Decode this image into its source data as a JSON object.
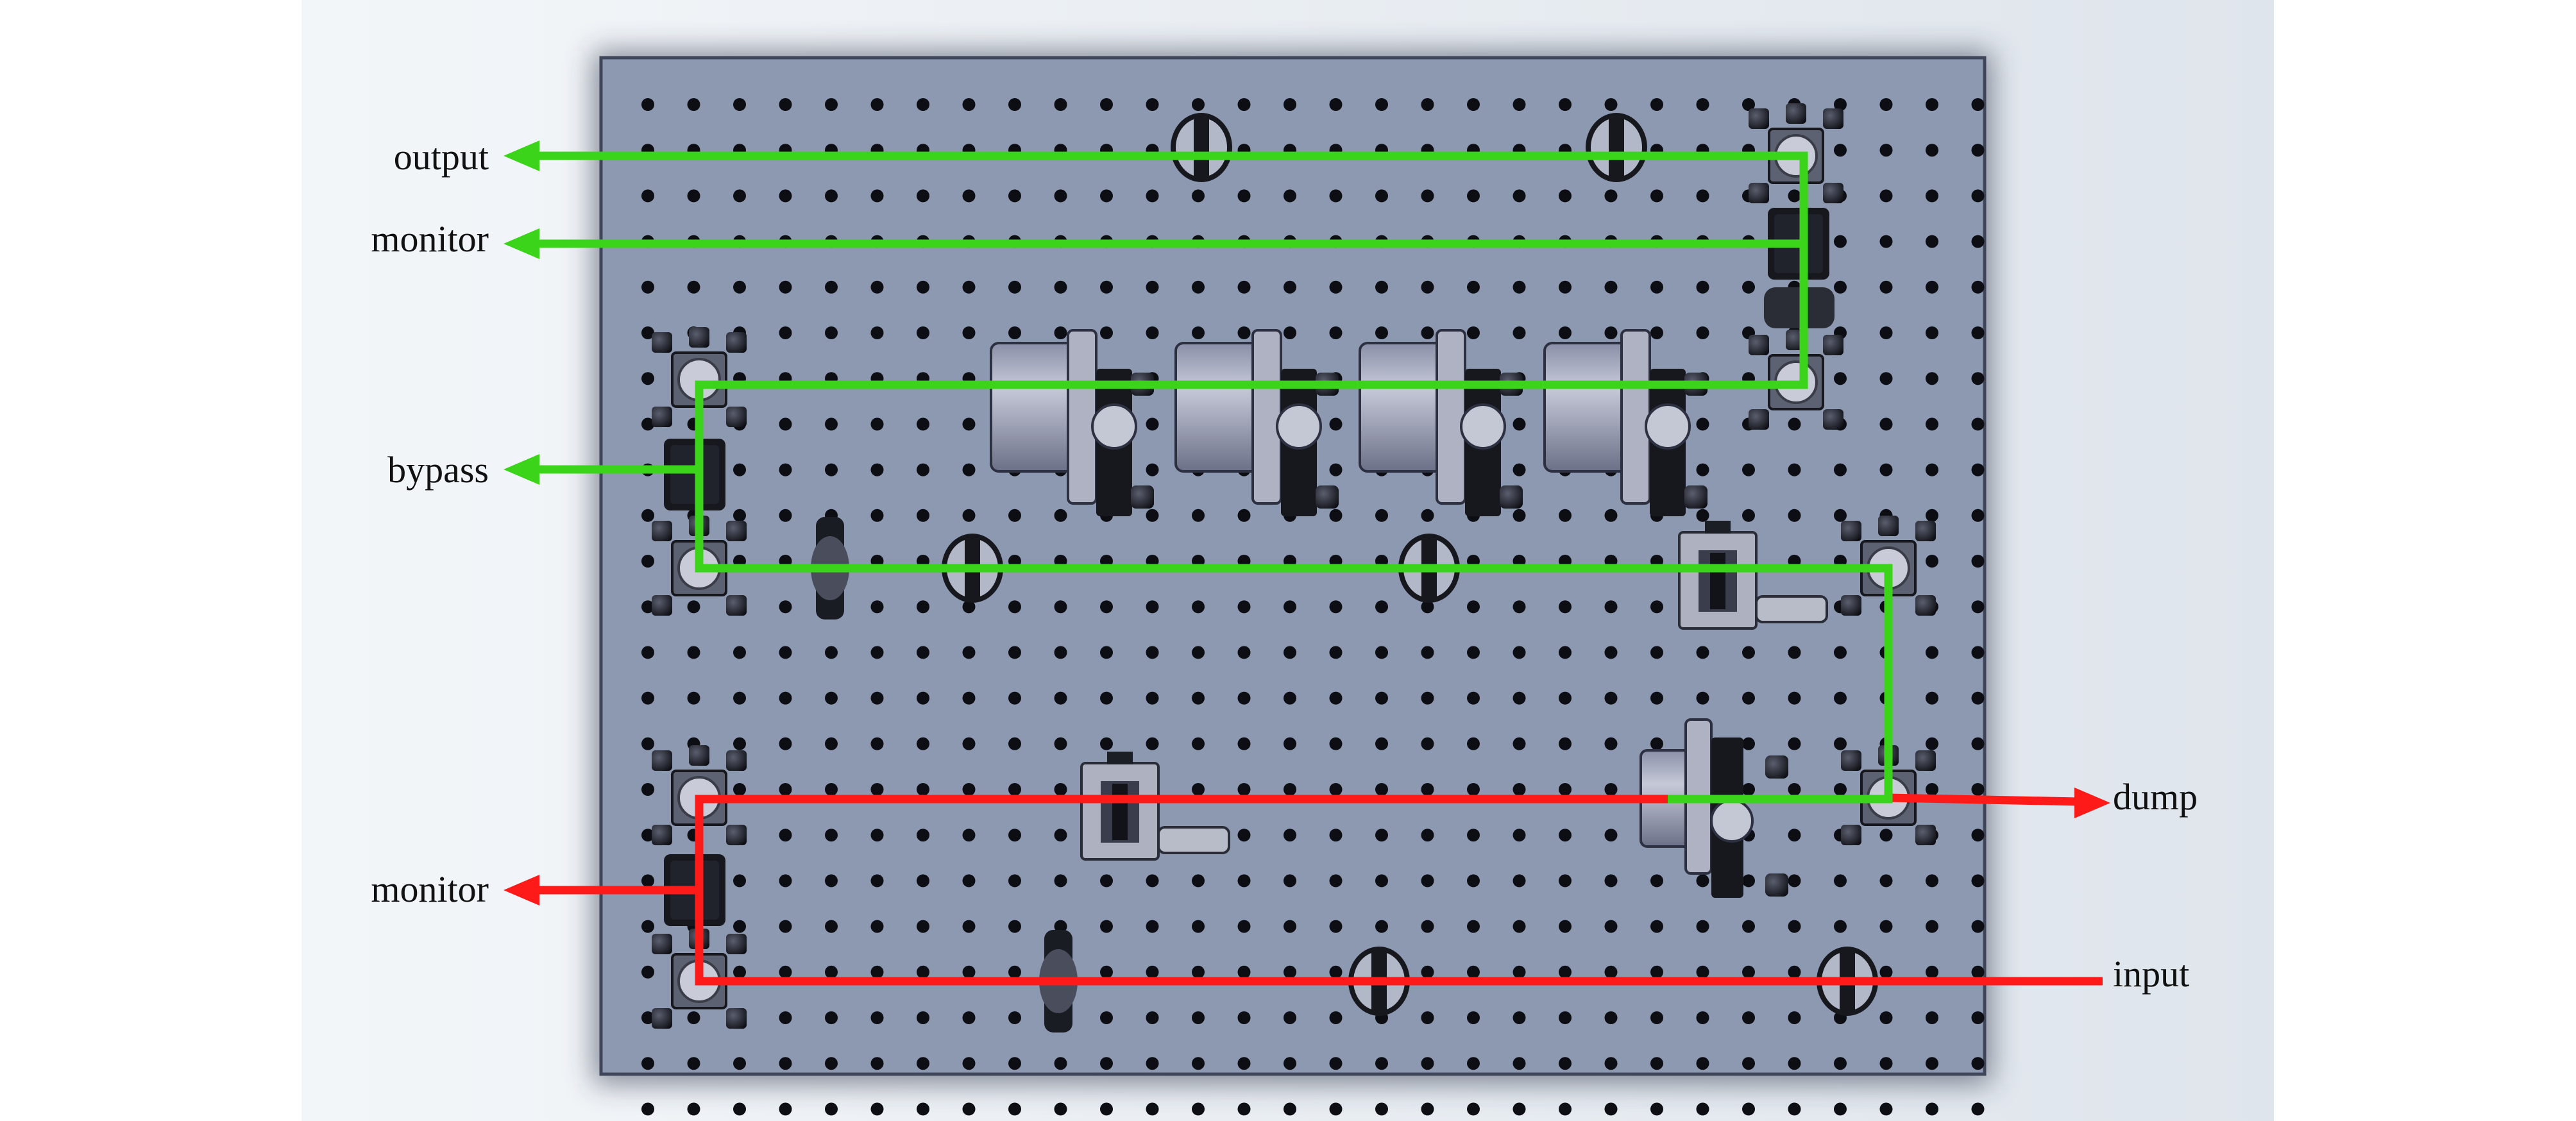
{
  "labels": {
    "output": "output",
    "monitor_top": "monitor",
    "bypass": "bypass",
    "monitor_bottom": "monitor",
    "dump": "dump",
    "input": "input"
  },
  "colors": {
    "background_left": "#f2f5f8",
    "background_right": "#dde3ea",
    "breadboard": "#8c98b0",
    "breadboard_edge": "#3f465a",
    "hole": "#0d0e14",
    "beam_green": "#3bd41a",
    "beam_red": "#ff1a1a",
    "mount_dark": "#16181e",
    "mount_light": "#c9ccd8"
  },
  "icons": {
    "mirror_mount": "mirror-mount-icon",
    "beam_splitter": "beam-splitter-icon",
    "iris": "iris-icon",
    "faraday_isolator": "isolator-icon",
    "translation_stage": "translation-stage-icon",
    "arrow": "arrow-head-icon"
  }
}
